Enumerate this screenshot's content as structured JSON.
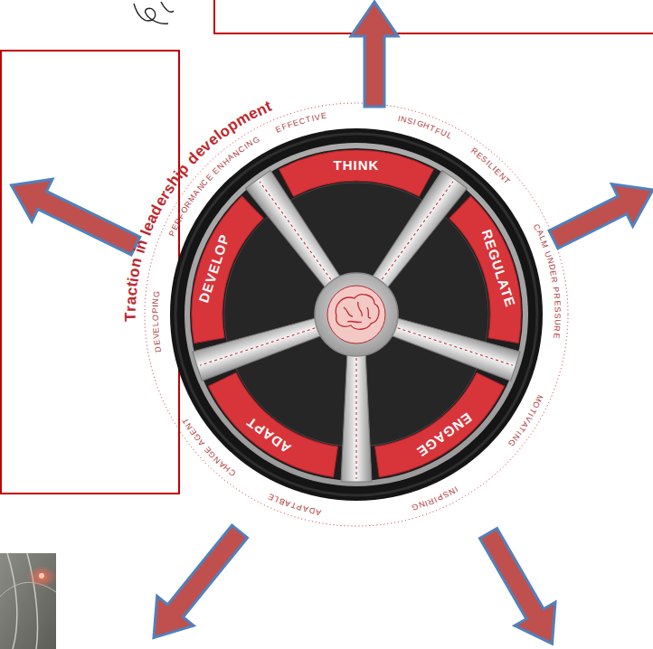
{
  "diagram": {
    "nodes": [
      {
        "text": [
          "THINK"
        ]
      },
      {
        "text": [
          "REGULATE"
        ]
      },
      {
        "text": [
          "ENGAGE"
        ]
      },
      {
        "text": [
          "ADAPT"
        ]
      },
      {
        "text": [
          "DEVELOP"
        ]
      }
    ],
    "labels": [
      "Traction in leadership development",
      "EFFECTIVE",
      "INSIGHTFUL",
      "RESILIENT",
      "CALM UNDER PRESSURE",
      "MOTIVATING",
      "INSPIRING",
      "ADAPTABLE",
      "CHANGE AGENT",
      "DEVELOPING",
      "PERFORMANCE ENHANCING"
    ]
  }
}
